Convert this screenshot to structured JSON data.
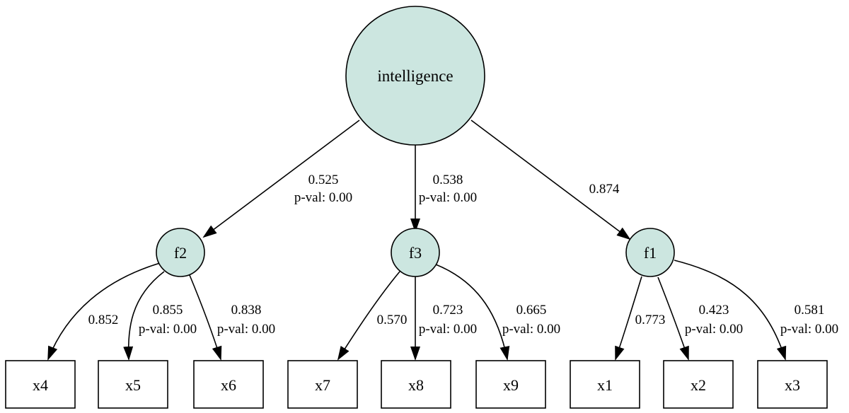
{
  "colors": {
    "latent_fill": "#cce6e0",
    "stroke": "#000000",
    "background": "#ffffff"
  },
  "nodes": {
    "intelligence": {
      "label": "intelligence",
      "kind": "latent"
    },
    "f1": {
      "label": "f1",
      "kind": "latent"
    },
    "f2": {
      "label": "f2",
      "kind": "latent"
    },
    "f3": {
      "label": "f3",
      "kind": "latent"
    },
    "x1": {
      "label": "x1",
      "kind": "observed"
    },
    "x2": {
      "label": "x2",
      "kind": "observed"
    },
    "x3": {
      "label": "x3",
      "kind": "observed"
    },
    "x4": {
      "label": "x4",
      "kind": "observed"
    },
    "x5": {
      "label": "x5",
      "kind": "observed"
    },
    "x6": {
      "label": "x6",
      "kind": "observed"
    },
    "x7": {
      "label": "x7",
      "kind": "observed"
    },
    "x8": {
      "label": "x8",
      "kind": "observed"
    },
    "x9": {
      "label": "x9",
      "kind": "observed"
    }
  },
  "edges": {
    "intelligence_f2": {
      "from": "intelligence",
      "to": "f2",
      "estimate": "0.525",
      "pval": "p-val: 0.00"
    },
    "intelligence_f3": {
      "from": "intelligence",
      "to": "f3",
      "estimate": "0.538",
      "pval": "p-val: 0.00"
    },
    "intelligence_f1": {
      "from": "intelligence",
      "to": "f1",
      "estimate": "0.874"
    },
    "f2_x4": {
      "from": "f2",
      "to": "x4",
      "estimate": "0.852"
    },
    "f2_x5": {
      "from": "f2",
      "to": "x5",
      "estimate": "0.855",
      "pval": "p-val: 0.00"
    },
    "f2_x6": {
      "from": "f2",
      "to": "x6",
      "estimate": "0.838",
      "pval": "p-val: 0.00"
    },
    "f3_x7": {
      "from": "f3",
      "to": "x7",
      "estimate": "0.570"
    },
    "f3_x8": {
      "from": "f3",
      "to": "x8",
      "estimate": "0.723",
      "pval": "p-val: 0.00"
    },
    "f3_x9": {
      "from": "f3",
      "to": "x9",
      "estimate": "0.665",
      "pval": "p-val: 0.00"
    },
    "f1_x1": {
      "from": "f1",
      "to": "x1",
      "estimate": "0.773"
    },
    "f1_x2": {
      "from": "f1",
      "to": "x2",
      "estimate": "0.423",
      "pval": "p-val: 0.00"
    },
    "f1_x3": {
      "from": "f1",
      "to": "x3",
      "estimate": "0.581",
      "pval": "p-val: 0.00"
    }
  }
}
